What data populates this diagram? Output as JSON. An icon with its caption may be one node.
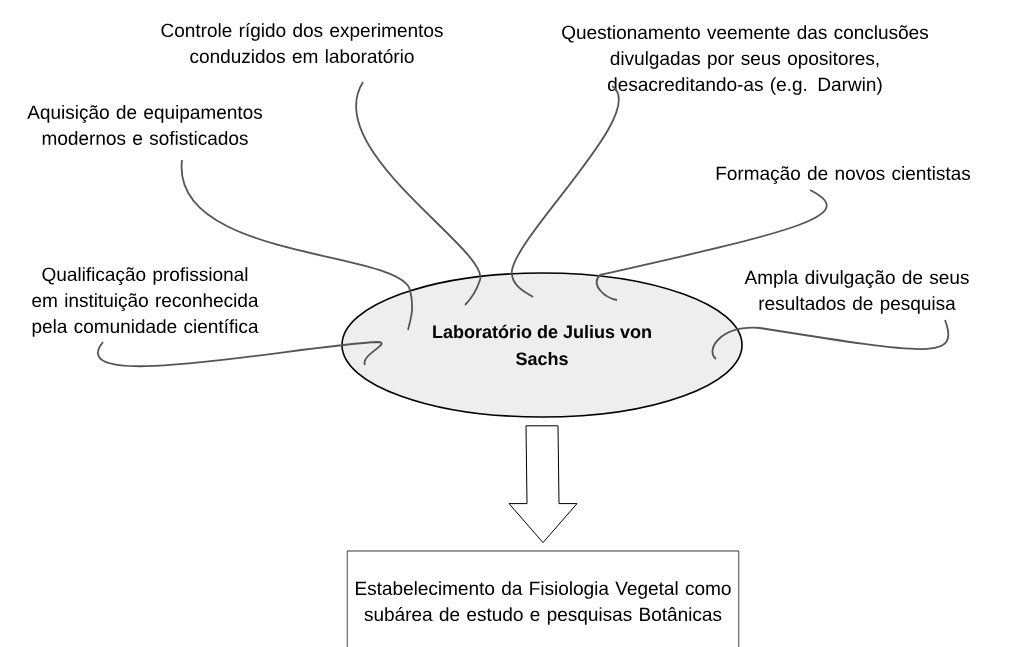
{
  "diagram": {
    "nodes": [
      {
        "text": [
          "Laboratório de Julius von Sachs"
        ]
      },
      {
        "text": [
          "Qualificação profissional em instituição reconhecida pela comunidade científica"
        ]
      },
      {
        "text": [
          "Aquisição de equipamentos modernos e sofisticados"
        ]
      },
      {
        "text": [
          "Controle rígido dos experimentos conduzidos em laboratório"
        ]
      },
      {
        "text": [
          "Questionamento veemente das conclusões divulgadas por seus opositores, desacreditando-as (e.g. Darwin)"
        ]
      },
      {
        "text": [
          "Formação de novos cientistas"
        ]
      },
      {
        "text": [
          "Ampla divulgação de seus resultados de pesquisa"
        ]
      },
      {
        "text": [
          "Estabelecimento da Fisiologia Vegetal como subárea de estudo e pesquisas Botânicas"
        ]
      }
    ],
    "edges": [
      {
        "from": 1,
        "to": 0,
        "arrow": "none"
      },
      {
        "from": 2,
        "to": 0,
        "arrow": "none"
      },
      {
        "from": 3,
        "to": 0,
        "arrow": "none"
      },
      {
        "from": 4,
        "to": 0,
        "arrow": "none"
      },
      {
        "from": 5,
        "to": 0,
        "arrow": "none"
      },
      {
        "from": 6,
        "to": 0,
        "arrow": "none"
      },
      {
        "from": 0,
        "to": 7,
        "arrow": "to"
      }
    ]
  }
}
